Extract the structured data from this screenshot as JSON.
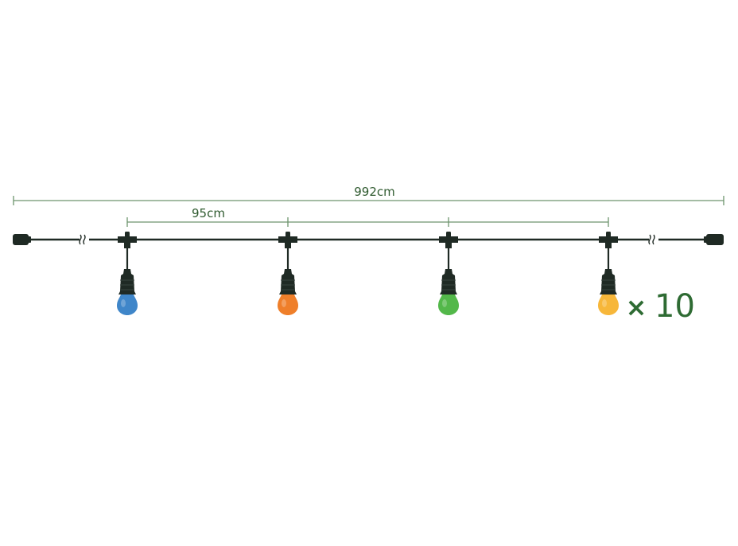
{
  "dimensions": {
    "total_length": "992cm",
    "spacing": "95cm"
  },
  "quantity": {
    "multiplier": "×",
    "count": "10"
  },
  "bulbs": [
    {
      "color_name": "blue",
      "color": "#3f86c9"
    },
    {
      "color_name": "orange",
      "color": "#ef7f2a"
    },
    {
      "color_name": "green",
      "color": "#53b84a"
    },
    {
      "color_name": "yellow",
      "color": "#f7b73a"
    }
  ],
  "colors": {
    "cable": "#1f2a24",
    "dimension_line": "#4f7f4f",
    "label": "#2f5a2f",
    "quantity": "#2e6b33"
  }
}
